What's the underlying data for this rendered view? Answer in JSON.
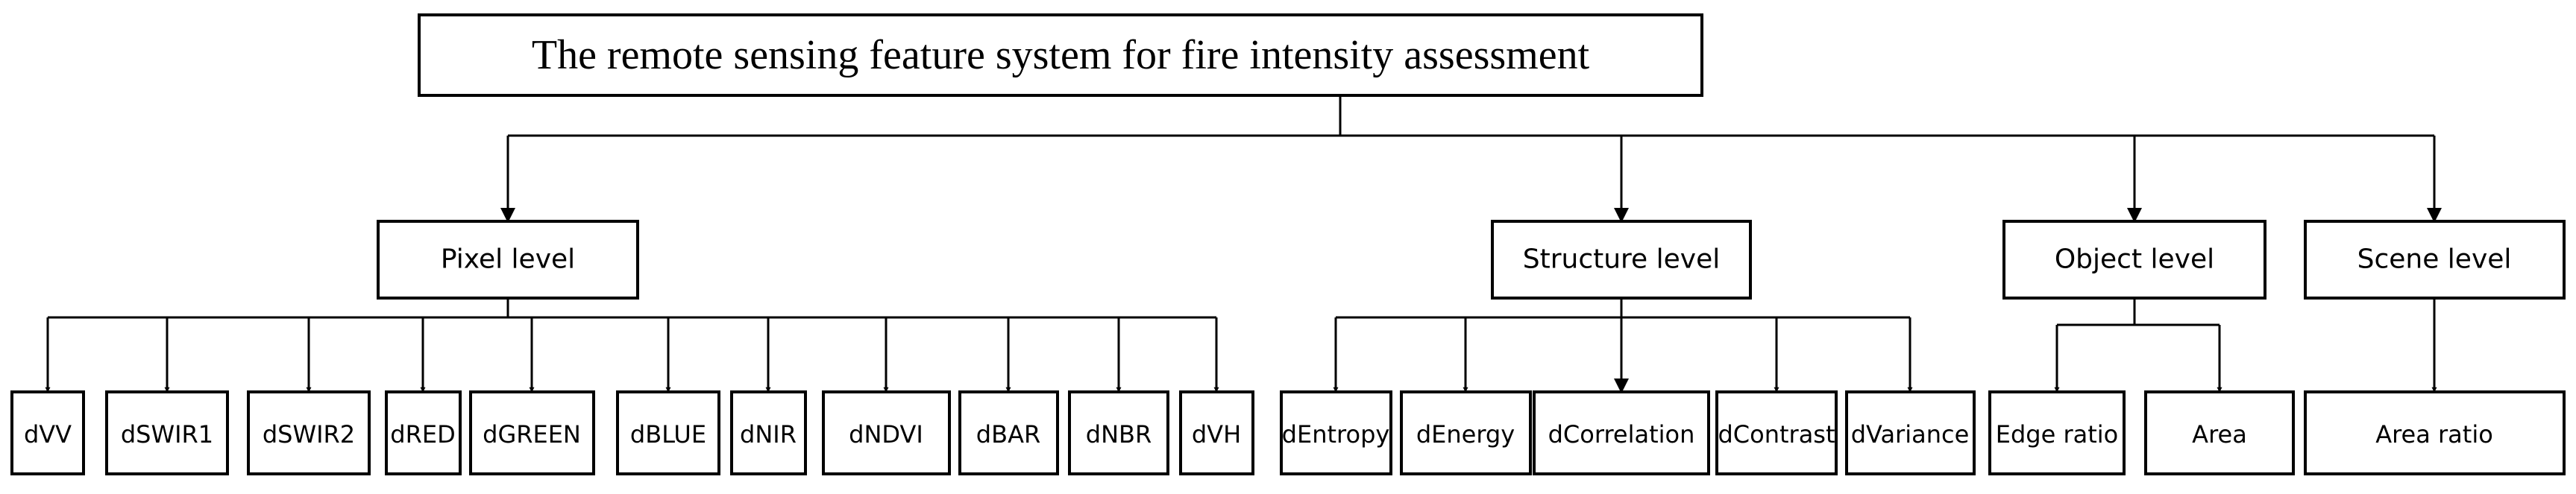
{
  "root": {
    "label": "The remote sensing feature system for fire intensity assessment",
    "children": [
      {
        "label": "Pixel level",
        "children": [
          "dVV",
          "dSWIR1",
          "dSWIR2",
          "dRED",
          "dGREEN",
          "dBLUE",
          "dNIR",
          "dNDVI",
          "dBAR",
          "dNBR",
          "dVH"
        ]
      },
      {
        "label": "Structure level",
        "children": [
          "dEntropy",
          "dEnergy",
          "dCorrelation",
          "dContrast",
          "dVariance"
        ]
      },
      {
        "label": "Object level",
        "children": [
          "Edge ratio",
          "Area"
        ]
      },
      {
        "label": "Scene level",
        "children": [
          "Area ratio"
        ]
      }
    ]
  },
  "colors": {
    "stroke": "#000000",
    "fill": "#ffffff",
    "text": "#000000"
  }
}
